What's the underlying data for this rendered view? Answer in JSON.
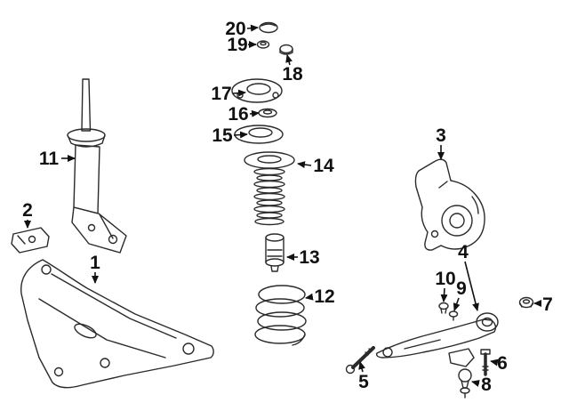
{
  "diagram": {
    "background_color": "#ffffff",
    "line_color": "#2a2a2a",
    "label_color": "#111111"
  },
  "callouts": [
    {
      "label": "1"
    },
    {
      "label": "2"
    },
    {
      "label": "3"
    },
    {
      "label": "4"
    },
    {
      "label": "5"
    },
    {
      "label": "6"
    },
    {
      "label": "7"
    },
    {
      "label": "8"
    },
    {
      "label": "9"
    },
    {
      "label": "10"
    },
    {
      "label": "11"
    },
    {
      "label": "12"
    },
    {
      "label": "13"
    },
    {
      "label": "14"
    },
    {
      "label": "15"
    },
    {
      "label": "16"
    },
    {
      "label": "17"
    },
    {
      "label": "18"
    },
    {
      "label": "19"
    },
    {
      "label": "20"
    }
  ]
}
